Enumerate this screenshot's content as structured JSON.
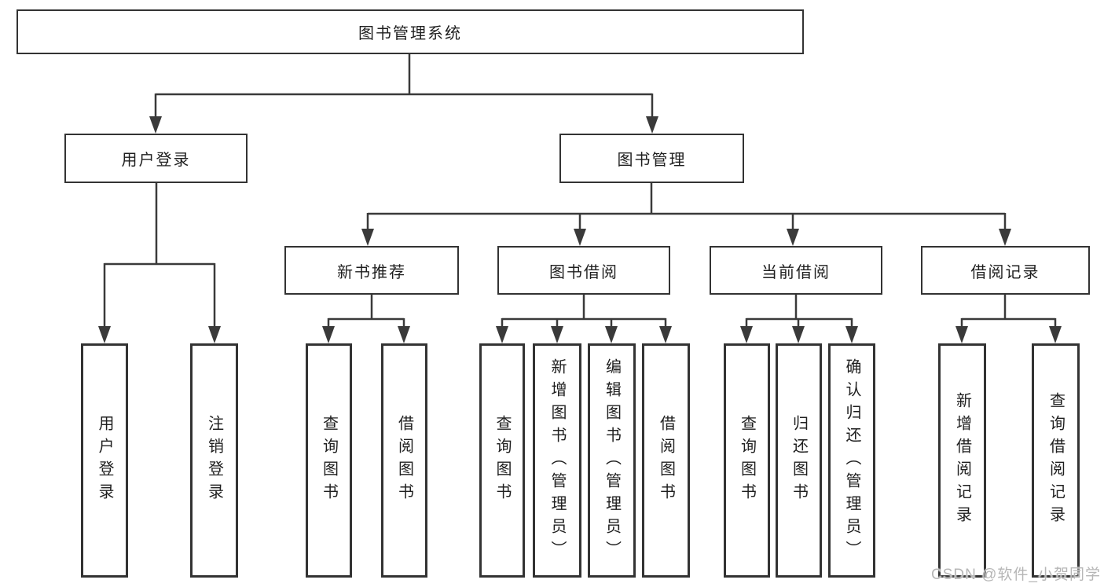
{
  "diagram": {
    "root": {
      "label": "图书管理系统"
    },
    "level2": [
      {
        "label": "用户登录"
      },
      {
        "label": "图书管理"
      }
    ],
    "level3": [
      {
        "label": "新书推荐"
      },
      {
        "label": "图书借阅"
      },
      {
        "label": "当前借阅"
      },
      {
        "label": "借阅记录"
      }
    ],
    "leaves": [
      {
        "label": "用户登录"
      },
      {
        "label": "注销登录"
      },
      {
        "label": "查询图书"
      },
      {
        "label": "借阅图书"
      },
      {
        "label": "查询图书"
      },
      {
        "label": "新增图书（管理员）"
      },
      {
        "label": "编辑图书（管理员）"
      },
      {
        "label": "借阅图书"
      },
      {
        "label": "查询图书"
      },
      {
        "label": "归还图书"
      },
      {
        "label": "确认归还（管理员）"
      },
      {
        "label": "新增借阅记录"
      },
      {
        "label": "查询借阅记录"
      }
    ],
    "watermark": "CSDN @软件_小贺同学",
    "colors": {
      "line": "#3a3a3a",
      "box_border": "#333333",
      "text": "#1f1f1f",
      "watermark": "#b6b6b6",
      "background": "#ffffff"
    }
  }
}
